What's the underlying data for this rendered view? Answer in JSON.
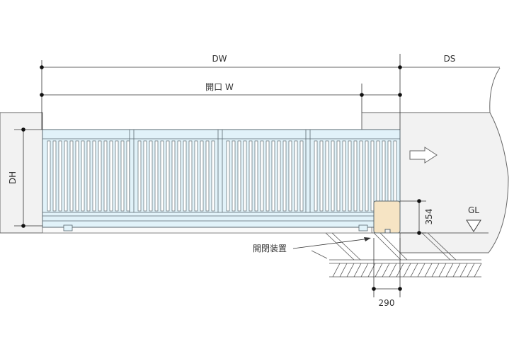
{
  "dimensions": {
    "dw": "DW",
    "ds": "DS",
    "opening_w": "開口 W",
    "dh": "DH",
    "height_354": "354",
    "width_290": "290"
  },
  "labels": {
    "gl": "GL",
    "operator": "開閉装置"
  },
  "colors": {
    "gate_fill": "#e1f2f9",
    "gate_stroke": "#5a6870",
    "wall_fill": "#f2f2f2",
    "operator_fill": "#f6e4c4",
    "line": "#333333"
  }
}
